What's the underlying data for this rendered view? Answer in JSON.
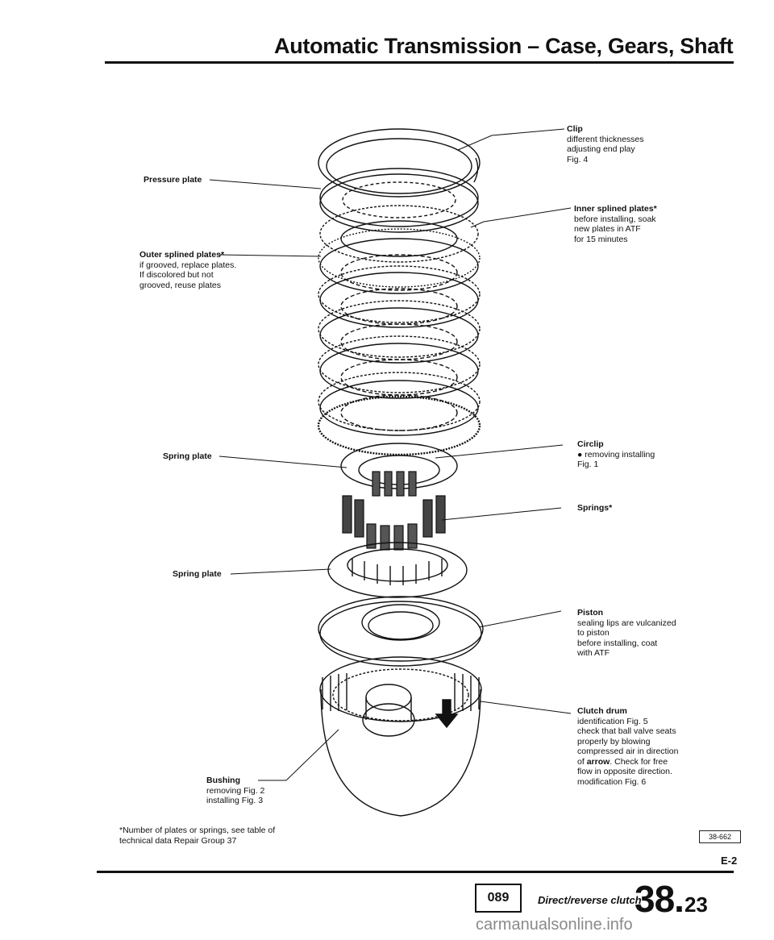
{
  "header": {
    "title": "Automatic Transmission – Case, Gears, Shaft"
  },
  "labels": {
    "circlip_top": {
      "title": "Clip",
      "lines": [
        "different thicknesses",
        "adjusting end play",
        "Fig. 4"
      ]
    },
    "pressure_plate": {
      "title": "Pressure plate"
    },
    "inner_splined": {
      "title": "Inner splined plates*",
      "lines": [
        "before installing, soak",
        "new plates in ATF",
        "for 15 minutes"
      ]
    },
    "outer_splined": {
      "title": "Outer splined plates*",
      "lines": [
        "if grooved, replace plates.",
        "If discolored but not",
        "grooved, reuse plates"
      ]
    },
    "spring_plate_1": {
      "title": "Spring plate"
    },
    "circlip_mid": {
      "title": "Circlip",
      "lines": [
        "● removing installing",
        "Fig. 1"
      ]
    },
    "springs": {
      "title": "Springs*"
    },
    "spring_plate_2": {
      "title": "Spring plate"
    },
    "piston": {
      "title": "Piston",
      "lines": [
        "sealing lips are vulcanized",
        "to piston",
        "before installing, coat",
        "with ATF"
      ]
    },
    "clutch_drum": {
      "title": "Clutch drum",
      "line1": "identification Fig. 5",
      "line2": "check that ball valve seats",
      "line3": "properly by blowing",
      "line4": "compressed air in direction",
      "line5_pre": "of ",
      "line5_bold": "arrow",
      "line5_post": ". Check for free",
      "line6": "flow in opposite direction.",
      "line7": "modification Fig. 6"
    },
    "bushing": {
      "title": "Bushing",
      "lines": [
        "removing Fig. 2",
        "installing Fig. 3"
      ]
    }
  },
  "footnote": {
    "lines": [
      "*Number of plates or springs, see table of",
      "technical data Repair Group 37"
    ]
  },
  "figure_ref": "38-662",
  "page_id": "E-2",
  "footer": {
    "model": "089",
    "section": "Direct/reverse clutch",
    "page_big": "38",
    "page_dot": ".",
    "page_small": "23"
  },
  "watermark": "carmanualsonline.info"
}
